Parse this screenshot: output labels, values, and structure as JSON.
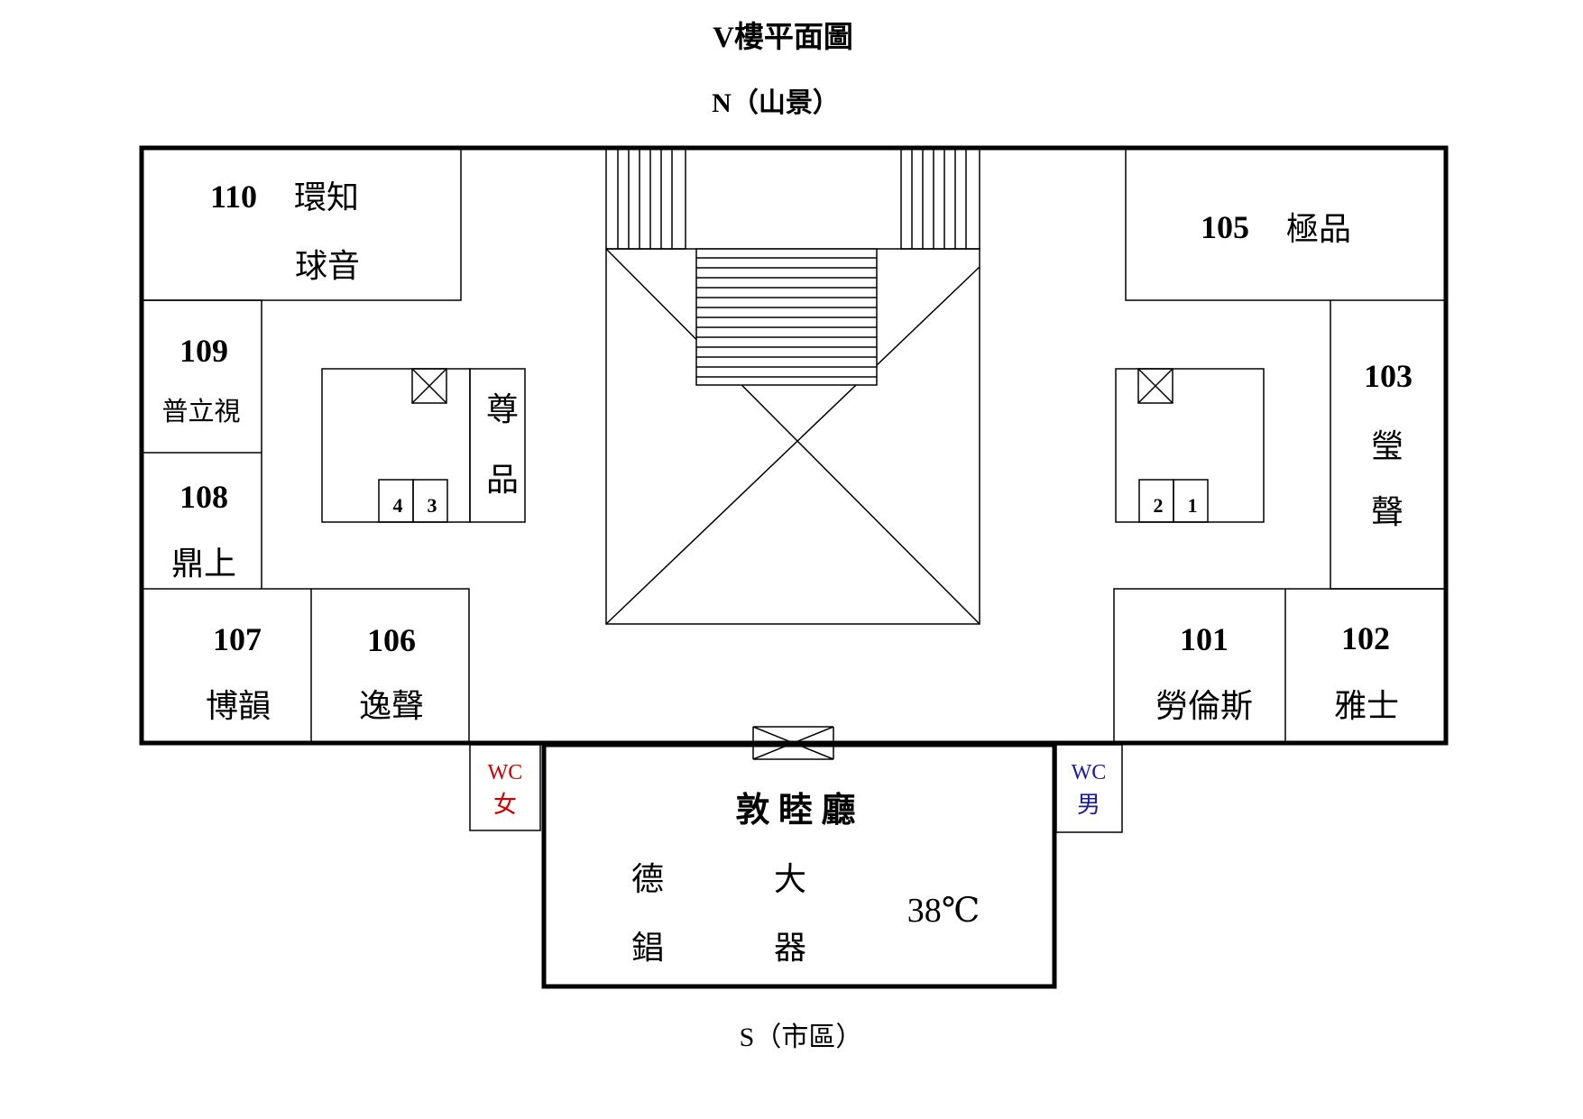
{
  "title": "V樓平面圖",
  "north_label": "N（山景）",
  "south_label": "S（市區）",
  "rooms": {
    "r110": {
      "number": "110",
      "line1": "環知",
      "line2": "球音"
    },
    "r109": {
      "number": "109",
      "name": "普立視"
    },
    "r108": {
      "number": "108",
      "name": "鼎上"
    },
    "r107": {
      "number": "107",
      "name": "博韻"
    },
    "r106": {
      "number": "106",
      "name": "逸聲"
    },
    "r105": {
      "number": "105",
      "name": "極品"
    },
    "r103": {
      "number": "103",
      "char1": "瑩",
      "char2": "聲"
    },
    "r101": {
      "number": "101",
      "name": "勞倫斯"
    },
    "r102": {
      "number": "102",
      "name": "雅士"
    }
  },
  "booth_zunpin": {
    "char1": "尊",
    "char2": "品"
  },
  "elevators": {
    "left": [
      "4",
      "3"
    ],
    "right": [
      "2",
      "1"
    ]
  },
  "hall": {
    "name": "敦 睦 廳",
    "col1": [
      "德",
      "錩"
    ],
    "col2": [
      "大",
      "器"
    ],
    "exhibitor": "38℃"
  },
  "wc_women": {
    "label": "WC",
    "sub": "女",
    "color": "#cc0000"
  },
  "wc_men": {
    "label": "WC",
    "sub": "男",
    "color": "#1a1aa6"
  }
}
